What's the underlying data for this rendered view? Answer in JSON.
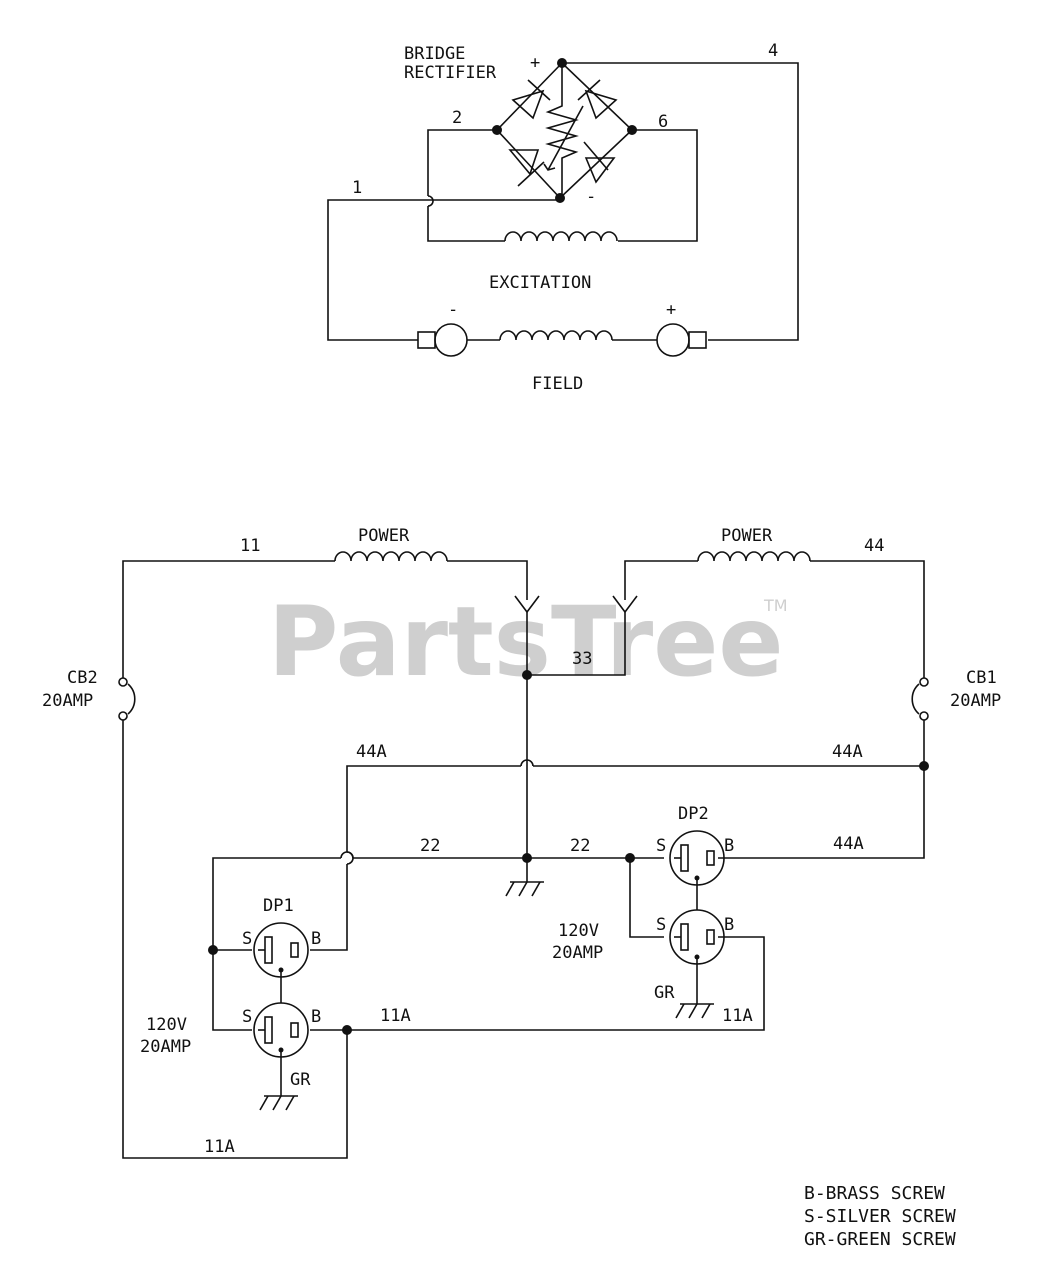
{
  "watermark": {
    "text": "PartsTree",
    "trademark": "TM"
  },
  "upper": {
    "bridge_label": [
      "BRIDGE",
      "RECTIFIER"
    ],
    "plus": "+",
    "minus": "-",
    "wire_labels": {
      "w1": "1",
      "w2": "2",
      "w4": "4",
      "w6": "6"
    },
    "excitation_label": "EXCITATION",
    "field_label": "FIELD",
    "field_minus": "-",
    "field_plus": "+"
  },
  "lower": {
    "power_left": "POWER",
    "power_right": "POWER",
    "wires": {
      "w11": "11",
      "w44": "44",
      "w33": "33",
      "w44a_left": "44A",
      "w44a_right": "44A",
      "w44a_dp2": "44A",
      "w22_left": "22",
      "w22_right": "22",
      "w11a_mid": "11A",
      "w11a_right": "11A",
      "w11a_bottom": "11A"
    },
    "cb2": [
      "CB2",
      "20AMP"
    ],
    "cb1": [
      "CB1",
      "20AMP"
    ],
    "dp1": "DP1",
    "dp2": "DP2",
    "terminal_s": "S",
    "terminal_b": "B",
    "rating_left": [
      "120V",
      "20AMP"
    ],
    "rating_right": [
      "120V",
      "20AMP"
    ],
    "gr_left": "GR",
    "gr_right": "GR"
  },
  "legend": [
    "B-BRASS SCREW",
    "S-SILVER SCREW",
    "GR-GREEN SCREW"
  ]
}
